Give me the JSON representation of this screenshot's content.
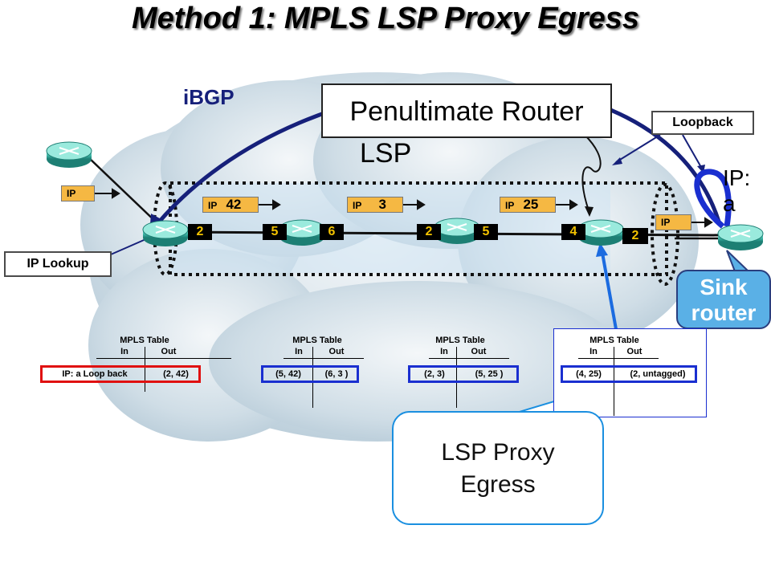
{
  "title": "Method 1: MPLS LSP Proxy Egress",
  "labels": {
    "ibgp": "iBGP",
    "lsp": "LSP",
    "penultimate": "Penultimate Router",
    "loopback": "Loopback",
    "ip_a": "IP:\na",
    "ip_lookup": "IP Lookup",
    "sink": "Sink\nrouter",
    "proxy": "LSP Proxy\nEgress"
  },
  "packets": [
    {
      "label": "IP",
      "num": ""
    },
    {
      "label": "IP",
      "num": "42"
    },
    {
      "label": "IP",
      "num": "3"
    },
    {
      "label": "IP",
      "num": "25"
    },
    {
      "label": "IP",
      "num": ""
    }
  ],
  "ports": [
    "2",
    "5",
    "6",
    "2",
    "5",
    "4",
    "2"
  ],
  "tables": [
    {
      "title": "MPLS Table",
      "in": "In",
      "out": "Out",
      "row_in": "IP: a Loop back",
      "row_out": "(2, 42)",
      "border": "#e01010"
    },
    {
      "title": "MPLS Table",
      "in": "In",
      "out": "Out",
      "row_in": "(5, 42)",
      "row_out": "(6, 3 )",
      "border": "#1a2fd0"
    },
    {
      "title": "MPLS Table",
      "in": "In",
      "out": "Out",
      "row_in": "(2, 3)",
      "row_out": "(5, 25 )",
      "border": "#1a2fd0"
    },
    {
      "title": "MPLS Table",
      "in": "In",
      "out": "Out",
      "row_in": "(4, 25)",
      "row_out": "(2, untagged)",
      "border": "#1a2fd0"
    }
  ],
  "colors": {
    "arrow_navy": "#16207a",
    "arrow_blue": "#1b6be0",
    "packet": "#f5b843",
    "router": "#3fb8a8"
  }
}
